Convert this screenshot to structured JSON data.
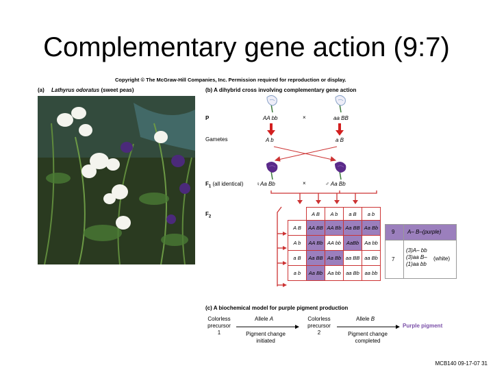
{
  "slide": {
    "title": "Complementary gene action (9:7)",
    "copyright": "Copyright © The McGraw-Hill Companies, Inc. Permission required for reproduction or display.",
    "footer": "MCB140 09-17-07 31"
  },
  "panel_a": {
    "letter": "(a)",
    "species": "Lathyrus odoratus",
    "common": "(sweet peas)"
  },
  "panel_b": {
    "heading": "(b) A dihybrid cross involving complementary gene action",
    "p_label": "P",
    "p_parent1": "AA bb",
    "p_parent2": "aa BB",
    "cross_symbol": "×",
    "gametes_label": "Gametes",
    "gamete1": "A b",
    "gamete2": "a B",
    "f1_label": "F",
    "f1_sub": "1",
    "f1_note": "(all identical)",
    "f1_female": "♀Aa Bb",
    "f1_male": "♂ Aa Bb",
    "f2_label": "F",
    "f2_sub": "2",
    "colors": {
      "purple": "#9b7fbd",
      "red": "#cc3333",
      "parent_white": "#f2f2fb",
      "flower_purple": "#5b2a8a"
    },
    "punnett": {
      "col_headers": [
        "A B",
        "A b",
        "a B",
        "a b"
      ],
      "row_headers": [
        "A B",
        "A b",
        "a B",
        "a b"
      ],
      "cells": [
        [
          "AA BB",
          "AA Bb",
          "Aa BB",
          "Aa Bb"
        ],
        [
          "AA Bb",
          "AA bb",
          "AaBb",
          "Aa bb"
        ],
        [
          "Aa BB",
          "Aa Bb",
          "aa BB",
          "aa Bb"
        ],
        [
          "Aa Bb",
          "Aa bb",
          "aa Bb",
          "aa bb"
        ]
      ],
      "purple": [
        [
          true,
          true,
          true,
          true
        ],
        [
          true,
          false,
          true,
          false
        ],
        [
          true,
          true,
          false,
          false
        ],
        [
          true,
          false,
          false,
          false
        ]
      ]
    },
    "ratio_table": {
      "count_purple": "9",
      "label_purple": "A– B–(purple)",
      "count_white": "7",
      "white_lines": [
        "(3)A– bb",
        "(3)aa B–",
        "(1)aa bb"
      ],
      "white_label": "(white)"
    }
  },
  "panel_c": {
    "heading": "(c) A biochemical model for purple pigment production",
    "precursor1": [
      "Colorless",
      "precursor",
      "1"
    ],
    "allele_a": "Allele A",
    "step1": [
      "Pigment change",
      "initiated"
    ],
    "precursor2": [
      "Colorless",
      "precursor",
      "2"
    ],
    "allele_b": "Allele B",
    "step2": [
      "Pigment change",
      "completed"
    ],
    "product": "Purple pigment"
  }
}
